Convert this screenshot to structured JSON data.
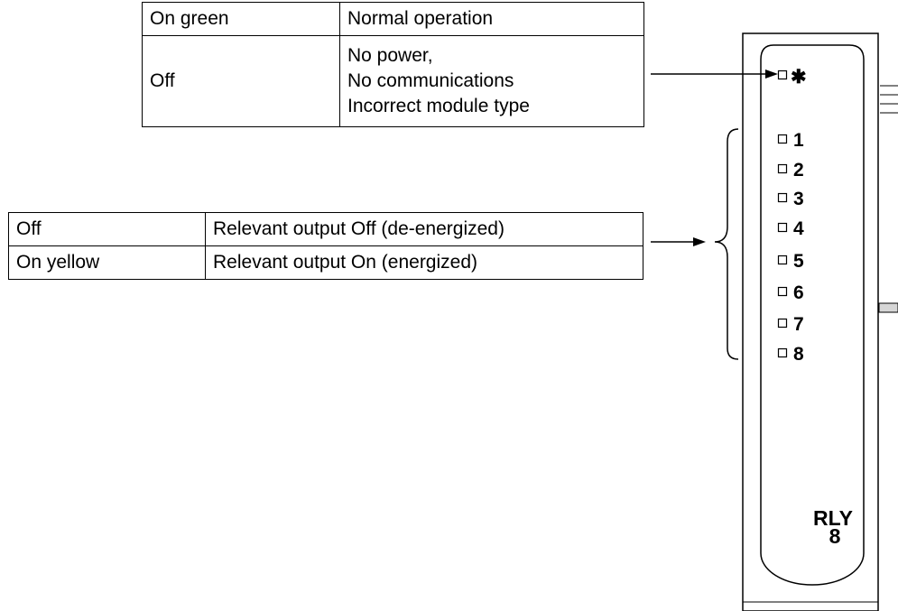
{
  "power_led_table": {
    "rows": [
      {
        "state": "On green",
        "description": [
          "Normal operation"
        ]
      },
      {
        "state": "Off",
        "description": [
          "No power,",
          "No communications",
          "Incorrect module type"
        ]
      }
    ]
  },
  "output_led_table": {
    "rows": [
      {
        "state": "Off",
        "description": "Relevant output Off (de-energized)"
      },
      {
        "state": "On yellow",
        "description": "Relevant output On (energized)"
      }
    ]
  },
  "module": {
    "power_led_symbol": "✱",
    "output_leds": [
      "1",
      "2",
      "3",
      "4",
      "5",
      "6",
      "7",
      "8"
    ],
    "model_line1": "RLY",
    "model_line2": "8"
  }
}
